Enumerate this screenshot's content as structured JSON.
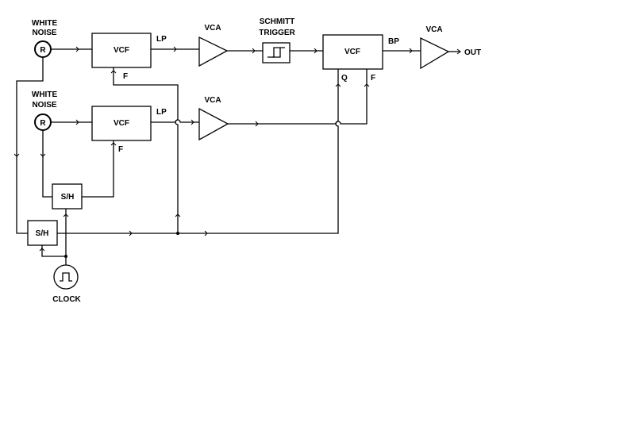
{
  "diagram": {
    "colors": {
      "line": "#000000",
      "background": "#ffffff"
    },
    "sources": {
      "noise1": {
        "title_line1": "WHITE",
        "title_line2": "NOISE",
        "symbol": "R"
      },
      "noise2": {
        "title_line1": "WHITE",
        "title_line2": "NOISE",
        "symbol": "R"
      },
      "clock": {
        "label": "CLOCK",
        "icon": "pulse-wave-icon"
      }
    },
    "blocks": {
      "vcf1": {
        "label": "VCF",
        "output_label": "LP",
        "input_label": "F"
      },
      "vcf2": {
        "label": "VCF",
        "output_label": "LP",
        "input_label": "F"
      },
      "vca1": {
        "label": "VCA"
      },
      "vca2": {
        "label": "VCA"
      },
      "schmitt": {
        "title_line1": "SCHMITT",
        "title_line2": "TRIGGER",
        "icon": "hysteresis-icon"
      },
      "vcf3": {
        "label": "VCF",
        "output_label": "BP",
        "q_label": "Q",
        "f_label": "F"
      },
      "vca3": {
        "label": "VCA"
      },
      "sh1": {
        "label": "S/H"
      },
      "sh2": {
        "label": "S/H"
      }
    },
    "output": {
      "label": "OUT"
    }
  }
}
